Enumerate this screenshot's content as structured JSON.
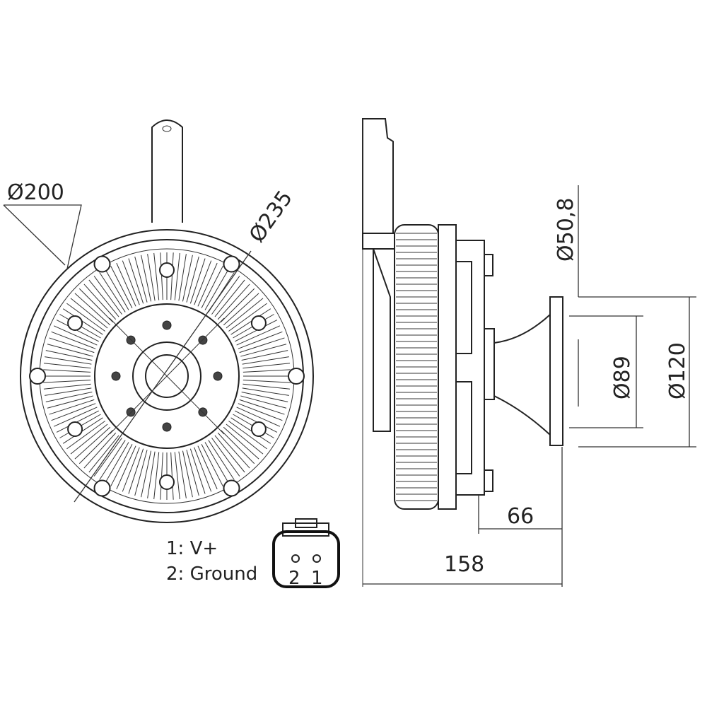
{
  "front_view": {
    "dia_inner": "Ø200",
    "dia_outer": "Ø235"
  },
  "side_view": {
    "dia_hub": "Ø50,8",
    "dia_bolt_circle": "Ø89",
    "dia_flange": "Ø120",
    "depth_hub": "66",
    "depth_total": "158"
  },
  "connector": {
    "pin_1_label": "1: V+",
    "pin_2_label": "2: Ground",
    "pin_2": "2",
    "pin_1": "1"
  }
}
